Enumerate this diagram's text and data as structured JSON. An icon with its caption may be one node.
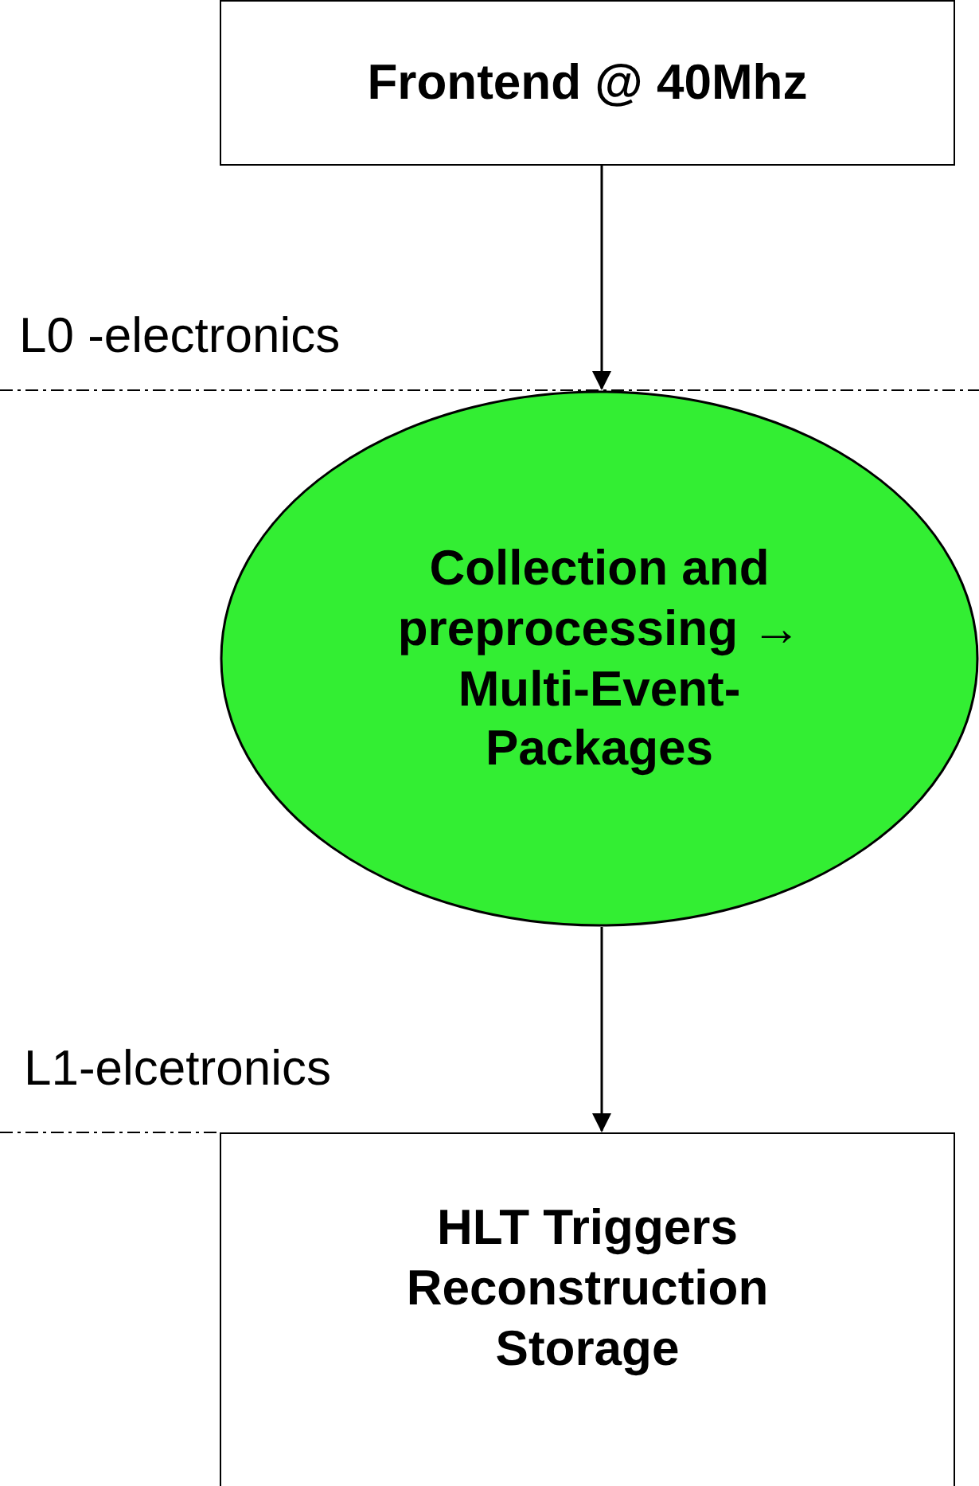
{
  "diagram": {
    "nodes": [
      {
        "text": [
          "Frontend @ 40Mhz"
        ]
      },
      {
        "text": [
          "Collection and preprocessing → Multi-Event-Packages"
        ]
      },
      {
        "text": [
          "HLT Triggers Reconstruction Storage"
        ]
      }
    ],
    "edges": [
      {
        "from": 0,
        "to": 1,
        "arrow": "to"
      },
      {
        "from": 1,
        "to": 2,
        "arrow": "to"
      }
    ],
    "labels": [
      "L0 -electronics",
      "L1-elcetronics"
    ]
  }
}
